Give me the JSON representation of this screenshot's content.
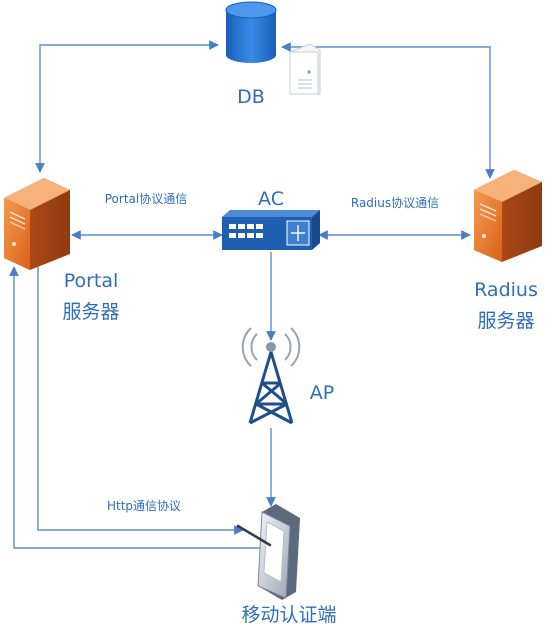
{
  "labels": {
    "db": "DB",
    "ac": "AC",
    "ap": "AP",
    "portal_line1": "Portal",
    "portal_line2": "服务器",
    "radius_line1": "Radius",
    "radius_line2": "服务器",
    "portal_protocol": "Portal协议通信",
    "radius_protocol": "Radius协议通信",
    "http_protocol": "Http通信协议",
    "mobile": "移动认证端"
  },
  "icons": {
    "db": "database-icon",
    "file_server": "file-server-icon",
    "portal": "server-tower-icon",
    "radius": "server-tower-icon",
    "ac": "access-controller-switch-icon",
    "ap": "antenna-tower-icon",
    "mobile": "pda-handheld-icon"
  },
  "colors": {
    "line": "#5b8fd1",
    "label": "#2e6fb8",
    "db_fill": "#1f6fd1",
    "server_orange": "#e8762c",
    "switch_blue": "#1f5fb0",
    "tower": "#1f4f8a"
  }
}
